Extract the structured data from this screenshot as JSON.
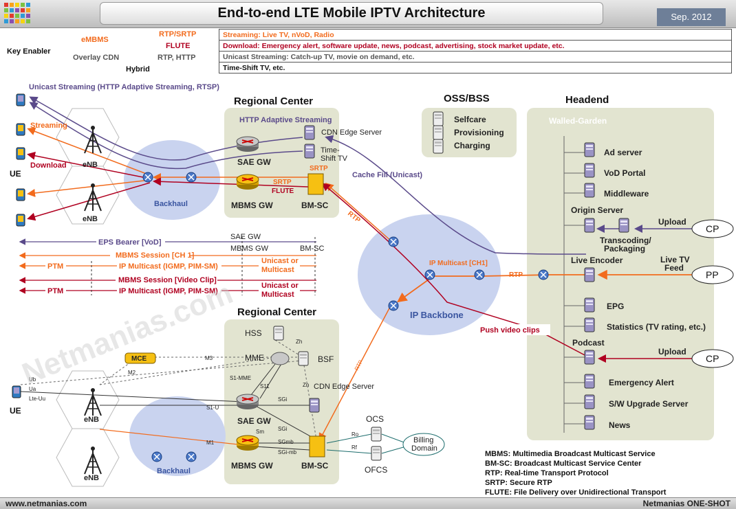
{
  "title": "End-to-end LTE Mobile IPTV Architecture",
  "date": "Sep. 2012",
  "footer": {
    "left": "www.netmanias.com",
    "right": "Netmanias ONE-SHOT"
  },
  "watermark": "Netmanias.com",
  "key_enabler": {
    "label": "Key Enabler",
    "items": [
      "eMBMS",
      "Overlay CDN",
      "Hybrid"
    ],
    "protocols": [
      "RTP/SRTP",
      "FLUTE",
      "RTP, HTTP"
    ],
    "rows": [
      "Streaming: Live TV, nVoD, Radio",
      "Download: Emergency alert, software update, news, podcast, advertising, stock market update, etc.",
      "Unicast Streaming: Catch-up TV, movie on demand, etc.",
      "Time-Shift TV, etc."
    ]
  },
  "sections": {
    "regional_center": "Regional Center",
    "oss_bss": "OSS/BSS",
    "headend": "Headend",
    "walled_garden": "Walled-Garden",
    "ip_backbone": "IP Backbone",
    "backhaul": "Backhaul"
  },
  "top": {
    "unicast": "Unicast Streaming (HTTP Adaptive Streaming, RTSP)",
    "streaming": "Streaming",
    "download": "Download",
    "enb": "eNB",
    "ue": "UE",
    "has": "HTTP Adaptive Streaming",
    "cdn_edge": "CDN Edge Server",
    "timeshift": [
      "Time-",
      "Shift TV"
    ],
    "sae_gw": "SAE GW",
    "mbms_gw": "MBMS GW",
    "bmsc": "BM-SC",
    "srtp": "SRTP",
    "flute": "FLUTE",
    "rtp": "RTP",
    "cache_fill": "Cache Fill (Unicast)"
  },
  "oss": [
    "Selfcare",
    "Provisioning",
    "Charging"
  ],
  "headend": {
    "ad_server": "Ad server",
    "vod_portal": "VoD Portal",
    "middleware": "Middleware",
    "origin": "Origin Server",
    "transcoding": [
      "Transcoding/",
      "Packaging"
    ],
    "live_encoder": "Live Encoder",
    "epg": "EPG",
    "stats": "Statistics (TV rating, etc.)",
    "podcast": "Podcast",
    "emergency": "Emergency Alert",
    "sw_upgrade": "S/W Upgrade Server",
    "news": "News"
  },
  "external": {
    "upload": "Upload",
    "cp": "CP",
    "live_tv": [
      "Live TV",
      "Feed"
    ],
    "pp": "PP",
    "ip_multicast": "IP Multicast [CH1]",
    "push": "Push video clips"
  },
  "bearers": {
    "sae_gw": "SAE GW",
    "mbms_gw": "MBMS GW",
    "bmsc": "BM-SC",
    "eps": "EPS Bearer [VoD]",
    "mbms_ch1": "MBMS Session [CH 1]",
    "mbms_clip": "MBMS Session [Video Clip]",
    "ptm": "PTM",
    "ipmc": "IP Multicast (IGMP, PIM-SM)",
    "unicast_or": [
      "Unicast or",
      "Multicast"
    ]
  },
  "bottom": {
    "hss": "HSS",
    "mme": "MME",
    "bsf": "BSF",
    "mce": "MCE",
    "cdn_edge": "CDN Edge Server",
    "sae_gw": "SAE GW",
    "mbms_gw": "MBMS GW",
    "bmsc": "BM-SC",
    "ocs": "OCS",
    "ofcs": "OFCS",
    "billing": [
      "Billing",
      "Domain"
    ],
    "enb": "eNB",
    "ue": "UE",
    "ifaces": {
      "m3": "M3",
      "m2": "M2",
      "zh": "Zh",
      "zn": "Zn",
      "s1mme": "S1-MME",
      "s11": "S11",
      "s1u": "S1-U",
      "sgi": "SGi",
      "sm": "Sm",
      "sgmb": "SGmb",
      "sgimb": "SGi-mb",
      "m1": "M1",
      "ro": "Ro",
      "rf": "Rf",
      "ub": "Ub",
      "ua": "Ua",
      "lteuu": "Lte-Uu",
      "rtp": "RTP"
    }
  },
  "legend": [
    "MBMS: Multimedia Broadcast Multicast Service",
    "BM-SC: Broadcast Multicast Service Center",
    "RTP: Real-time Transport Protocol",
    "SRTP: Secure RTP",
    "FLUTE: File Delivery over Unidirectional Transport"
  ],
  "colors": {
    "orange": "#f26b1d",
    "darkred": "#b00020",
    "purple": "#5a4a8a",
    "panel": "#e2e4d0",
    "cloud": "#c9d3ef"
  }
}
